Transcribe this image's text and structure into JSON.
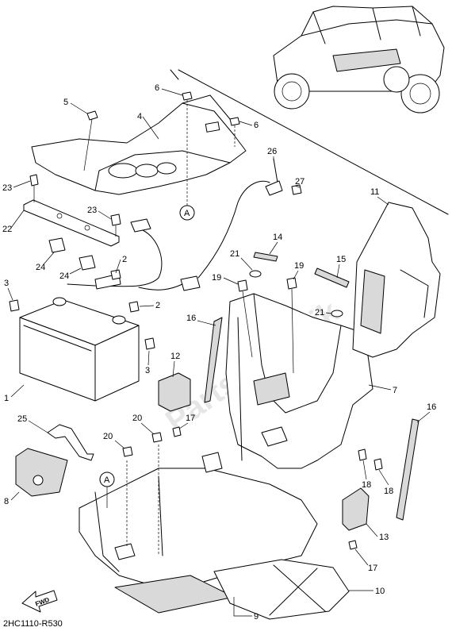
{
  "diagram": {
    "drawing_code": "2HC1110-R530",
    "fwd_label": "FWD",
    "watermark": "Partsrepublik",
    "reference_mark": "A",
    "callouts": [
      "1",
      "2",
      "2",
      "3",
      "3",
      "4",
      "5",
      "6",
      "6",
      "7",
      "8",
      "9",
      "10",
      "11",
      "12",
      "13",
      "14",
      "15",
      "16",
      "16",
      "17",
      "17",
      "18",
      "18",
      "19",
      "19",
      "20",
      "20",
      "21",
      "21",
      "22",
      "23",
      "23",
      "24",
      "24",
      "25",
      "26",
      "27"
    ]
  }
}
